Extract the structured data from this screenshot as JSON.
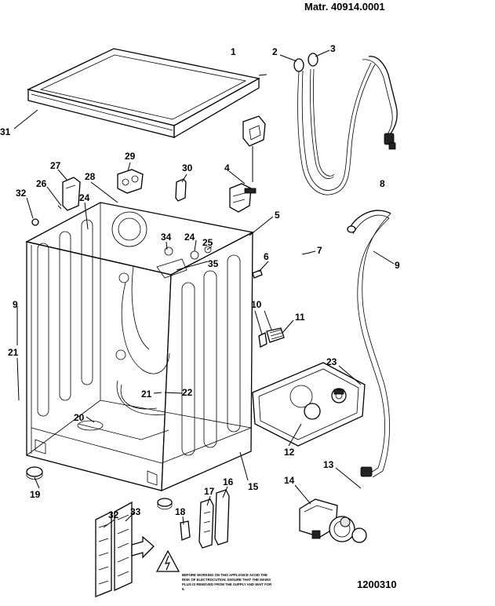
{
  "header": {
    "material_code": "Matr. 40914.0001"
  },
  "footer": {
    "drawing_number": "1200310"
  },
  "warning": {
    "lines": [
      "BEFORE WORKING ON THIS APPLIANCE AVOID THE",
      "RISK OF ELECTROCUTION. ENSURE THAT THE MAINS",
      "PLUG IS REMOVED FROM THE SUPPLY AND WAIT FOR",
      "5."
    ]
  },
  "callouts": [
    {
      "id": "c1",
      "text": "1"
    },
    {
      "id": "c2",
      "text": "2"
    },
    {
      "id": "c3",
      "text": "3"
    },
    {
      "id": "c31",
      "text": "31"
    },
    {
      "id": "c29",
      "text": "29"
    },
    {
      "id": "c27",
      "text": "27"
    },
    {
      "id": "c28",
      "text": "28"
    },
    {
      "id": "c30",
      "text": "30"
    },
    {
      "id": "c4",
      "text": "4"
    },
    {
      "id": "c8",
      "text": "8"
    },
    {
      "id": "c26",
      "text": "26"
    },
    {
      "id": "c32a",
      "text": "32"
    },
    {
      "id": "c24a",
      "text": "24"
    },
    {
      "id": "c5",
      "text": "5"
    },
    {
      "id": "c34",
      "text": "34"
    },
    {
      "id": "c24b",
      "text": "24"
    },
    {
      "id": "c25",
      "text": "25"
    },
    {
      "id": "c6",
      "text": "6"
    },
    {
      "id": "c7",
      "text": "7"
    },
    {
      "id": "c9a",
      "text": "9"
    },
    {
      "id": "c35",
      "text": "35"
    },
    {
      "id": "c9b",
      "text": "9"
    },
    {
      "id": "c10",
      "text": "10"
    },
    {
      "id": "c11",
      "text": "11"
    },
    {
      "id": "c21a",
      "text": "21"
    },
    {
      "id": "c23",
      "text": "23"
    },
    {
      "id": "c21b",
      "text": "21"
    },
    {
      "id": "c22",
      "text": "22"
    },
    {
      "id": "c20",
      "text": "20"
    },
    {
      "id": "c12",
      "text": "12"
    },
    {
      "id": "c13",
      "text": "13"
    },
    {
      "id": "c19",
      "text": "19"
    },
    {
      "id": "c15",
      "text": "15"
    },
    {
      "id": "c16",
      "text": "16"
    },
    {
      "id": "c17",
      "text": "17"
    },
    {
      "id": "c14",
      "text": "14"
    },
    {
      "id": "c18",
      "text": "18"
    },
    {
      "id": "c32b",
      "text": "32"
    },
    {
      "id": "c33",
      "text": "33"
    }
  ]
}
